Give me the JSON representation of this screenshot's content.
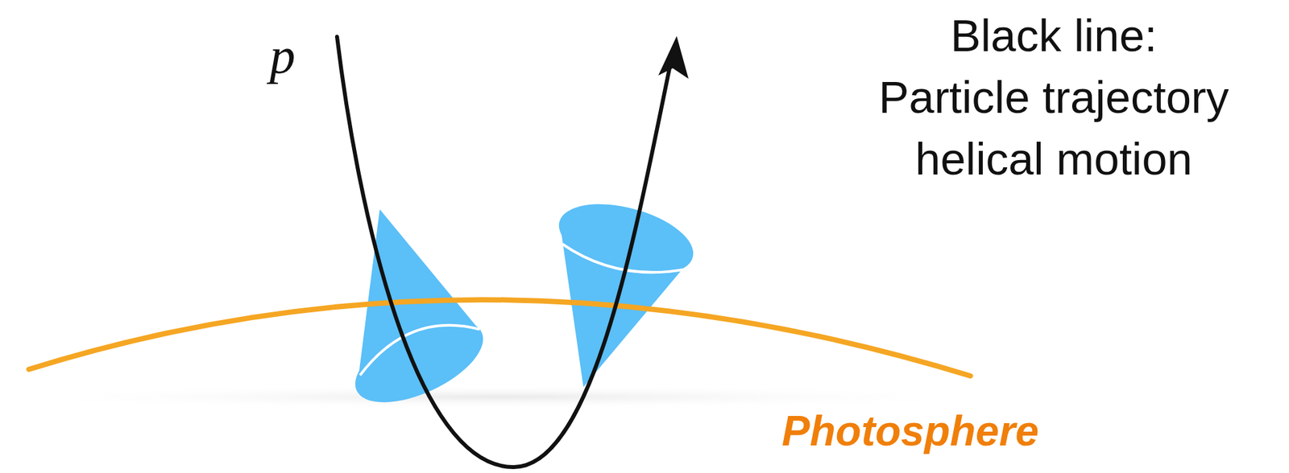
{
  "diagram": {
    "labels": [
      "p",
      "Black line:",
      "Particle trajectory helical motion",
      "Photosphere"
    ]
  }
}
